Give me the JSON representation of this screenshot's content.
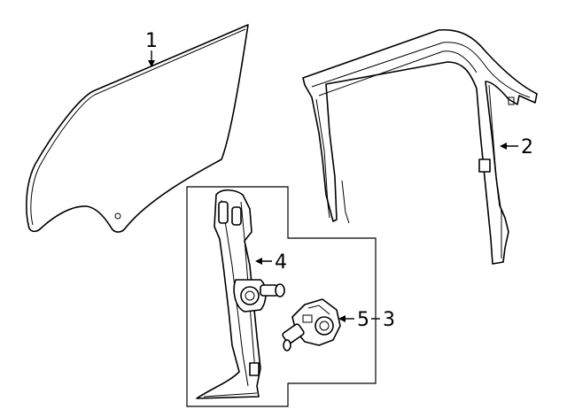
{
  "callouts": {
    "glass": "1",
    "run_channel": "2",
    "regulator_assembly": "3",
    "regulator": "4",
    "motor": "5"
  },
  "colors": {
    "line": "#000000",
    "background": "#ffffff"
  }
}
